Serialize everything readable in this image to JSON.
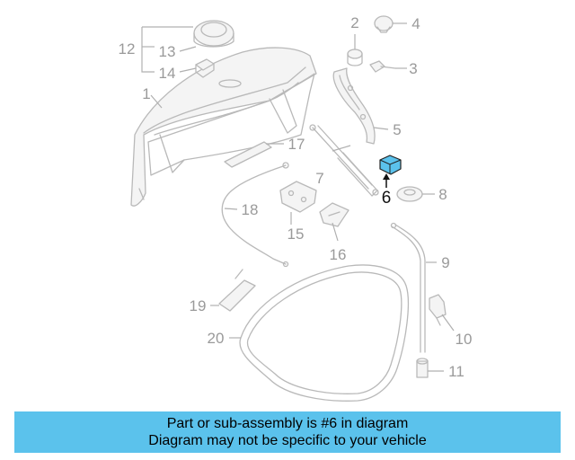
{
  "callouts": [
    {
      "id": "1",
      "text": "1"
    },
    {
      "id": "2",
      "text": "2"
    },
    {
      "id": "3",
      "text": "3"
    },
    {
      "id": "4",
      "text": "4"
    },
    {
      "id": "5",
      "text": "5"
    },
    {
      "id": "6",
      "text": "6"
    },
    {
      "id": "7",
      "text": "7"
    },
    {
      "id": "8",
      "text": "8"
    },
    {
      "id": "9",
      "text": "9"
    },
    {
      "id": "10",
      "text": "10"
    },
    {
      "id": "11",
      "text": "11"
    },
    {
      "id": "12",
      "text": "12"
    },
    {
      "id": "13",
      "text": "13"
    },
    {
      "id": "14",
      "text": "14"
    },
    {
      "id": "15",
      "text": "15"
    },
    {
      "id": "16",
      "text": "16"
    },
    {
      "id": "17",
      "text": "17"
    },
    {
      "id": "18",
      "text": "18"
    },
    {
      "id": "19",
      "text": "19"
    },
    {
      "id": "20",
      "text": "20"
    }
  ],
  "highlight": {
    "part": "6",
    "color": "#5bc2ec"
  },
  "banner": {
    "line1": "Part or sub-assembly is #6 in diagram",
    "line2": "Diagram may not be specific to your vehicle",
    "background": "#5bc2ec"
  }
}
